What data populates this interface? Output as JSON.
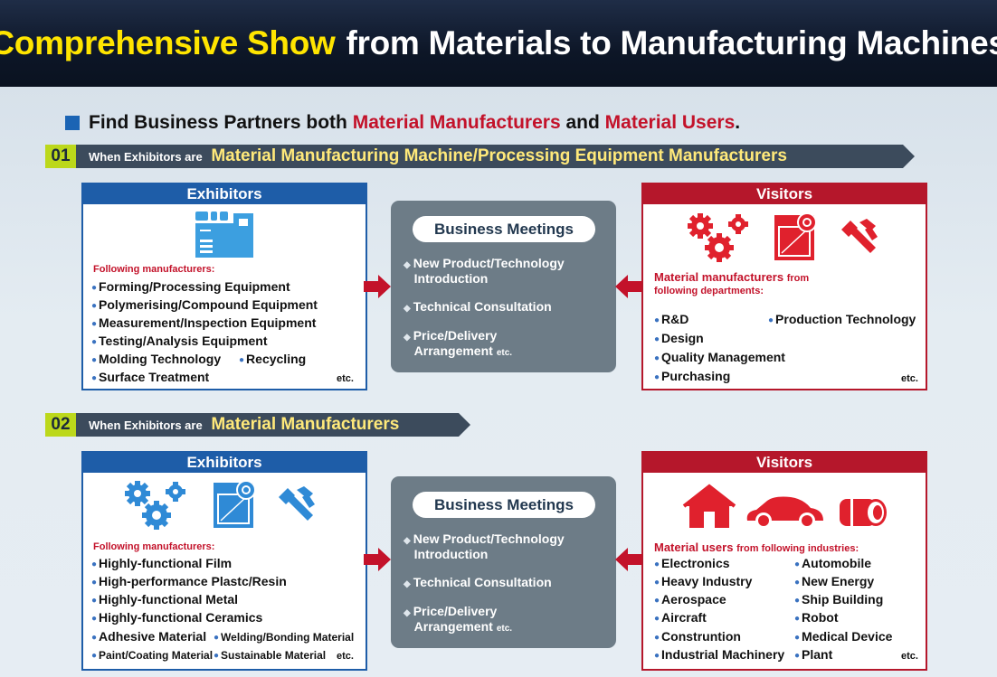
{
  "banner": {
    "highlight": "Comprehensive Show",
    "rest": "from Materials to Manufacturing Machines"
  },
  "headline": {
    "part1": "Find Business Partners both",
    "red1": "Material Manufacturers",
    "and": "and",
    "red2": "Material Users",
    "dot": "."
  },
  "sections": [
    {
      "num": "01",
      "prefix": "When Exhibitors are",
      "highlight": "Material Manufacturing Machine/Processing Equipment Manufacturers",
      "exhibitors": {
        "title": "Exhibitors",
        "caption": "Following manufacturers:",
        "items": [
          "Forming/Processing Equipment",
          "Polymerising/Compound Equipment",
          "Measurement/Inspection Equipment",
          "Testing/Analysis Equipment",
          "Molding Technology",
          "Recycling",
          "Surface Treatment"
        ],
        "etc": "etc."
      },
      "meeting": {
        "title": "Business Meetings",
        "items": [
          "New Product/Technology\nIntroduction",
          "Technical Consultation",
          "Price/Delivery\nArrangement"
        ],
        "etc": "etc."
      },
      "visitors": {
        "title": "Visitors",
        "caption_big": "Material manufacturers",
        "caption_small1": "from",
        "caption_small2": "following departments:",
        "items": [
          "R&D",
          "Production Technology",
          "Design",
          "Quality Management",
          "Purchasing"
        ],
        "etc": "etc."
      }
    },
    {
      "num": "02",
      "prefix": "When Exhibitors are",
      "highlight": "Material Manufacturers",
      "exhibitors": {
        "title": "Exhibitors",
        "caption": "Following manufacturers:",
        "items": [
          "Highly-functional Film",
          "High-performance Plastc/Resin",
          "Highly-functional Metal",
          "Highly-functional Ceramics",
          "Adhesive Material",
          "Welding/Bonding Material",
          "Paint/Coating Material",
          "Sustainable Material"
        ],
        "etc": "etc."
      },
      "meeting": {
        "title": "Business Meetings",
        "items": [
          "New Product/Technology\nIntroduction",
          "Technical Consultation",
          "Price/Delivery\nArrangement"
        ],
        "etc": "etc."
      },
      "visitors": {
        "title": "Visitors",
        "caption_big": "Material users",
        "caption_small1": "from following industries:",
        "items": [
          "Electronics",
          "Automobile",
          "Heavy Industry",
          "New Energy",
          "Aerospace",
          "Ship Building",
          "Aircraft",
          "Robot",
          "Construntion",
          "Medical Device",
          "Industrial Machinery",
          "Plant"
        ],
        "etc": "etc."
      }
    }
  ],
  "colors": {
    "blue": "#1e5da8",
    "red": "#b5172b",
    "lime": "#bcd81b",
    "yellow": "#ffe500",
    "meeting_bg": "#6d7c87"
  },
  "icons": [
    "machine-icon",
    "gears-icon",
    "film-roll-icon",
    "screw-icon",
    "house-icon",
    "car-icon",
    "battery-icon",
    "arrow-right-icon",
    "arrow-left-icon"
  ]
}
